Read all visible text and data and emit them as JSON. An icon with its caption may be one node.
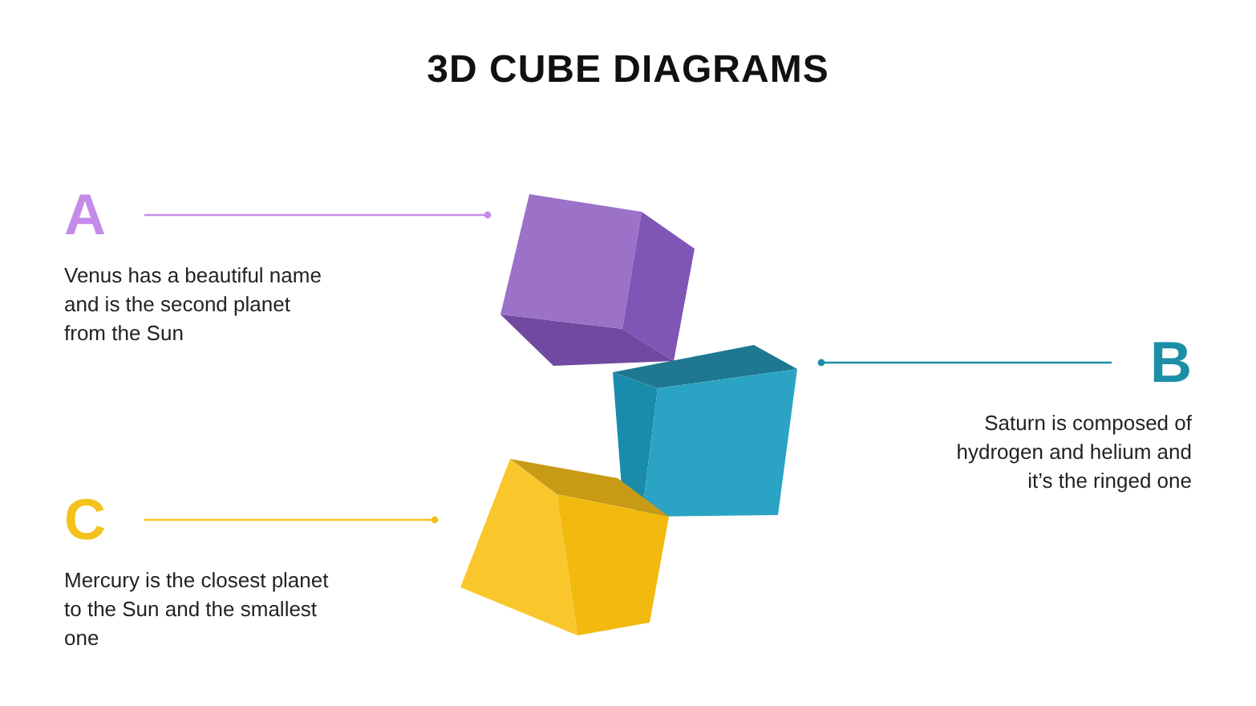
{
  "diagram": {
    "title": "3D CUBE DIAGRAMS",
    "nodes": [
      {
        "text": [
          "A",
          "Venus has a beautiful name and is the second planet from the Sun"
        ]
      },
      {
        "text": [],
        "shape": "cube"
      },
      {
        "text": [
          "B",
          "Saturn is composed of hydrogen and helium and it’s the ringed one"
        ]
      },
      {
        "text": [],
        "shape": "cube"
      },
      {
        "text": [
          "C",
          "Mercury is the closest planet to the Sun and the smallest one"
        ]
      },
      {
        "text": [],
        "shape": "cube"
      }
    ],
    "edges": [
      {
        "from": 0,
        "to": 1,
        "arrow": "other",
        "color": "#c58bea"
      },
      {
        "from": 2,
        "to": 3,
        "arrow": "other",
        "color": "#1b8fa6"
      },
      {
        "from": 4,
        "to": 5,
        "arrow": "other",
        "color": "#f5c21b"
      }
    ]
  }
}
